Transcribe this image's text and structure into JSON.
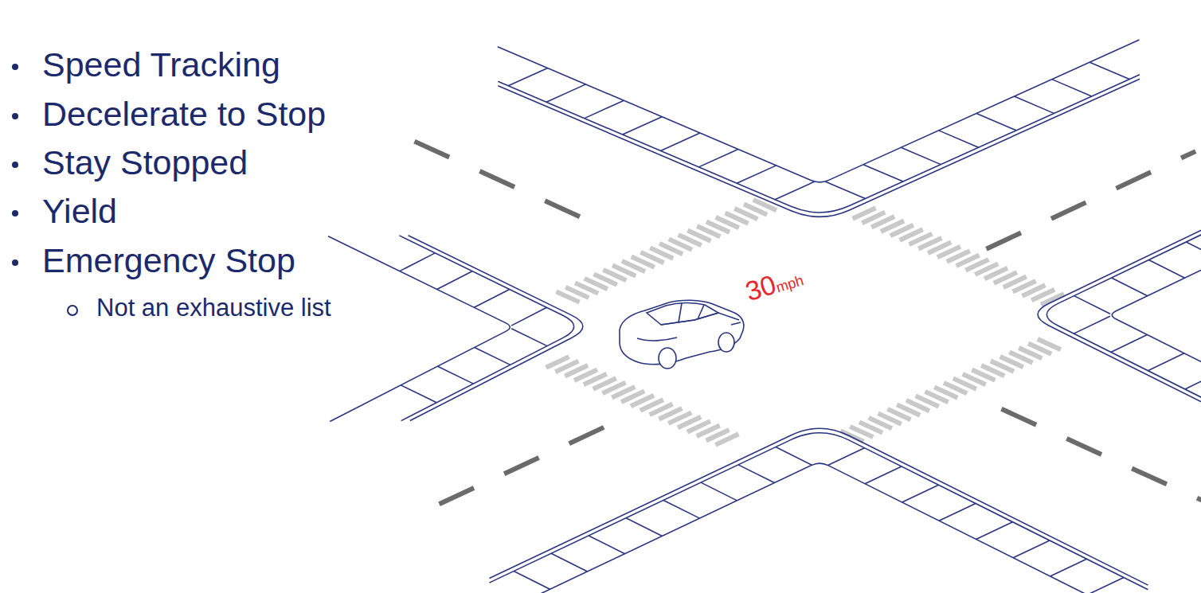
{
  "diagram": {
    "labels": [
      "Speed Tracking",
      "Decelerate to Stop",
      "Stay Stopped",
      "Yield",
      "Emergency Stop",
      "Not an exhaustive list",
      "30",
      "mph"
    ]
  }
}
